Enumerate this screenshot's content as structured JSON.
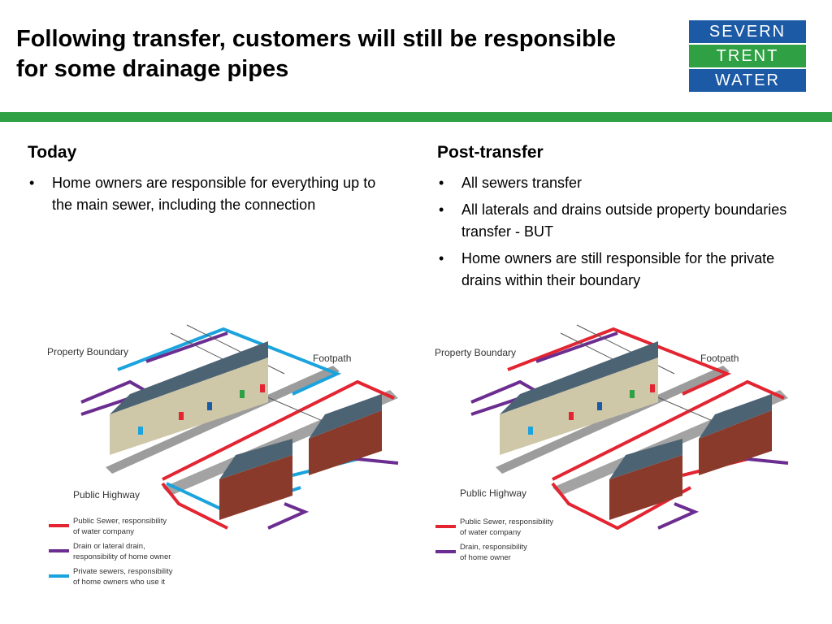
{
  "title": "Following transfer, customers will still be responsible for some drainage pipes",
  "logo": {
    "line1": "SEVERN",
    "line2": "TRENT",
    "line3": "WATER"
  },
  "today": {
    "heading": "Today",
    "bullets": [
      "Home owners are responsible for everything up to the main sewer, including the connection"
    ]
  },
  "post_transfer": {
    "heading": "Post-transfer",
    "bullets": [
      "All sewers transfer",
      "All laterals and drains outside property boundaries transfer - BUT",
      "Home owners are still responsible for the private drains within their boundary"
    ]
  },
  "diagram_left": {
    "labels": {
      "property_boundary": "Property Boundary",
      "footpath": "Footpath",
      "public_highway": "Public Highway"
    },
    "legend": [
      {
        "line1": "Public Sewer, responsibility",
        "line2": "of water company",
        "color": "#e32431"
      },
      {
        "line1": "Drain or lateral drain,",
        "line2": "responsibility of home owner",
        "color": "#6b2d90"
      },
      {
        "line1": "Private sewers, responsibility",
        "line2": "of home owners who use it",
        "color": "#1aa3dd"
      }
    ]
  },
  "diagram_right": {
    "labels": {
      "property_boundary": "Property Boundary",
      "footpath": "Footpath",
      "public_highway": "Public Highway"
    },
    "legend": [
      {
        "line1": "Public Sewer, responsibility",
        "line2": "of water company",
        "color": "#e32431"
      },
      {
        "line1": "Drain, responsibility",
        "line2": "of home owner",
        "color": "#6b2d90"
      }
    ]
  },
  "colors": {
    "sewer": "#e32431",
    "drain": "#6b2d90",
    "private": "#1aa3dd",
    "brand_blue": "#1c5aa6",
    "brand_green": "#2fa043"
  }
}
